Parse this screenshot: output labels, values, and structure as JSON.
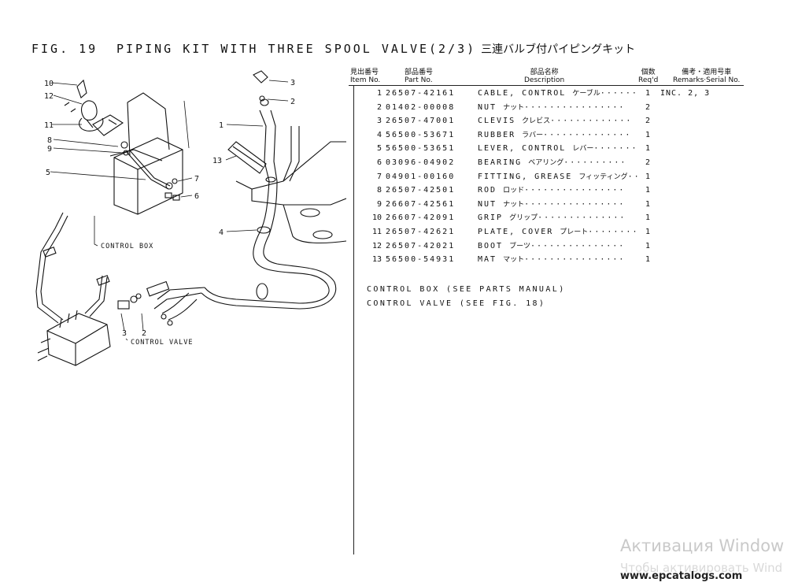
{
  "figure": {
    "number": "FIG. 19",
    "title": "PIPING KIT WITH THREE SPOOL VALVE(2/3)",
    "title_jp": "三連バルブ付パイピングキット"
  },
  "columns": {
    "item_jp": "見出番号",
    "item_en": "Item No.",
    "part_jp": "部品番号",
    "part_en": "Part No.",
    "desc_jp": "部品名称",
    "desc_en": "Description",
    "qty_jp": "個数",
    "qty_en": "Req'd",
    "remarks_jp": "備考・適用号車",
    "remarks_en": "Remarks·Serial No."
  },
  "parts": [
    {
      "no": "1",
      "part": "26507-42161",
      "desc": "CABLE, CONTROL",
      "jp": "ケーブル",
      "dots": "······",
      "qty": "1",
      "remarks": "INC. 2, 3"
    },
    {
      "no": "2",
      "part": "01402-00008",
      "desc": "NUT",
      "jp": "ナット",
      "dots": "················",
      "qty": "2",
      "remarks": ""
    },
    {
      "no": "3",
      "part": "26507-47001",
      "desc": "CLEVIS",
      "jp": "クレビス",
      "dots": "·············",
      "qty": "2",
      "remarks": ""
    },
    {
      "no": "4",
      "part": "56500-53671",
      "desc": "RUBBER",
      "jp": "ラバー",
      "dots": "··············",
      "qty": "1",
      "remarks": ""
    },
    {
      "no": "5",
      "part": "56500-53651",
      "desc": "LEVER, CONTROL",
      "jp": "レバー",
      "dots": "·······",
      "qty": "1",
      "remarks": ""
    },
    {
      "no": "6",
      "part": "03096-04902",
      "desc": "BEARING",
      "jp": "ベアリング",
      "dots": "··········",
      "qty": "2",
      "remarks": ""
    },
    {
      "no": "7",
      "part": "04901-00160",
      "desc": "FITTING, GREASE",
      "jp": "フィッティング",
      "dots": "··",
      "qty": "1",
      "remarks": ""
    },
    {
      "no": "8",
      "part": "26507-42501",
      "desc": "ROD",
      "jp": "ロッド",
      "dots": "················",
      "qty": "1",
      "remarks": ""
    },
    {
      "no": "9",
      "part": "26607-42561",
      "desc": "NUT",
      "jp": "ナット",
      "dots": "················",
      "qty": "1",
      "remarks": ""
    },
    {
      "no": "10",
      "part": "26607-42091",
      "desc": "GRIP",
      "jp": "グリップ",
      "dots": "··············",
      "qty": "1",
      "remarks": ""
    },
    {
      "no": "11",
      "part": "26507-42621",
      "desc": "PLATE, COVER",
      "jp": "プレート",
      "dots": "········",
      "qty": "1",
      "remarks": ""
    },
    {
      "no": "12",
      "part": "26507-42021",
      "desc": "BOOT",
      "jp": "ブーツ",
      "dots": "···············",
      "qty": "1",
      "remarks": ""
    },
    {
      "no": "13",
      "part": "56500-54931",
      "desc": "MAT",
      "jp": "マット",
      "dots": "················",
      "qty": "1",
      "remarks": ""
    }
  ],
  "notes": [
    "CONTROL BOX (SEE PARTS MANUAL)",
    "CONTROL VALVE (SEE FIG. 18)"
  ],
  "diagram": {
    "callouts": [
      "10",
      "12",
      "11",
      "8",
      "9",
      "5",
      "7",
      "6",
      "1",
      "3",
      "2",
      "13",
      "4",
      "3",
      "2"
    ],
    "label_control_box": "CONTROL BOX",
    "label_control_valve": "CONTROL VALVE"
  },
  "watermark": {
    "line1": "Активация Window",
    "line2": "Чтобы активировать Wind",
    "site": "www.epcatalogs.com"
  }
}
